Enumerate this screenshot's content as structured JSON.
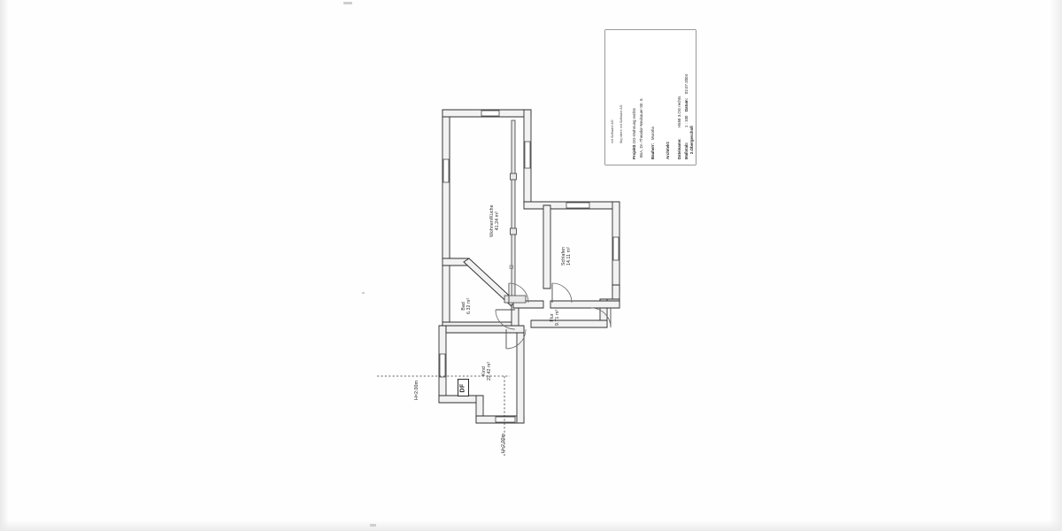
{
  "document": {
    "type": "architectural-floor-plan",
    "sheet_title": "3.OG-Wohnung rechts",
    "scan_background": "#ffffff"
  },
  "title_block": {
    "company_line_1": "mit Software AG",
    "company_line_2": "Wg Ideen mit Software AG",
    "logo_name": "architect-logo",
    "fields": [
      {
        "label": "Projekt:",
        "value_1": "3.OG-Wohnung rechts",
        "value_2": "BsA, Dr.-Theodor-Neubauer-Str. 6"
      },
      {
        "label": "Bauherr:",
        "value_1": "Muroha",
        "value_2": ""
      },
      {
        "label": "Architekt:",
        "value_1": "",
        "value_2": ""
      }
    ],
    "footer": {
      "dateiname_label": "Dateiname:",
      "dateiname_value": "H558 3.OG rechts",
      "massstab_label": "Maßstab:",
      "massstab_value": "1 : 100",
      "datum_label": "Datum:",
      "datum_value": "02.07.2004",
      "storey": "2.Obergeschoß"
    }
  },
  "rooms": [
    {
      "id": "wohnen-kueche",
      "name": "Wohnen/Küche",
      "area": "41.24 m²"
    },
    {
      "id": "schlafen",
      "name": "Schlafen",
      "area": "14.11 m²"
    },
    {
      "id": "bad",
      "name": "Bad",
      "area": "6.32 m²"
    },
    {
      "id": "flur",
      "name": "Flur",
      "area": "9.71 m²"
    },
    {
      "id": "kind",
      "name": "Kind",
      "area": "22.42 m²"
    }
  ],
  "annotations": {
    "height_left": "H=2.00m",
    "height_bottom": "H=2.00m",
    "roof_window": "DF"
  }
}
